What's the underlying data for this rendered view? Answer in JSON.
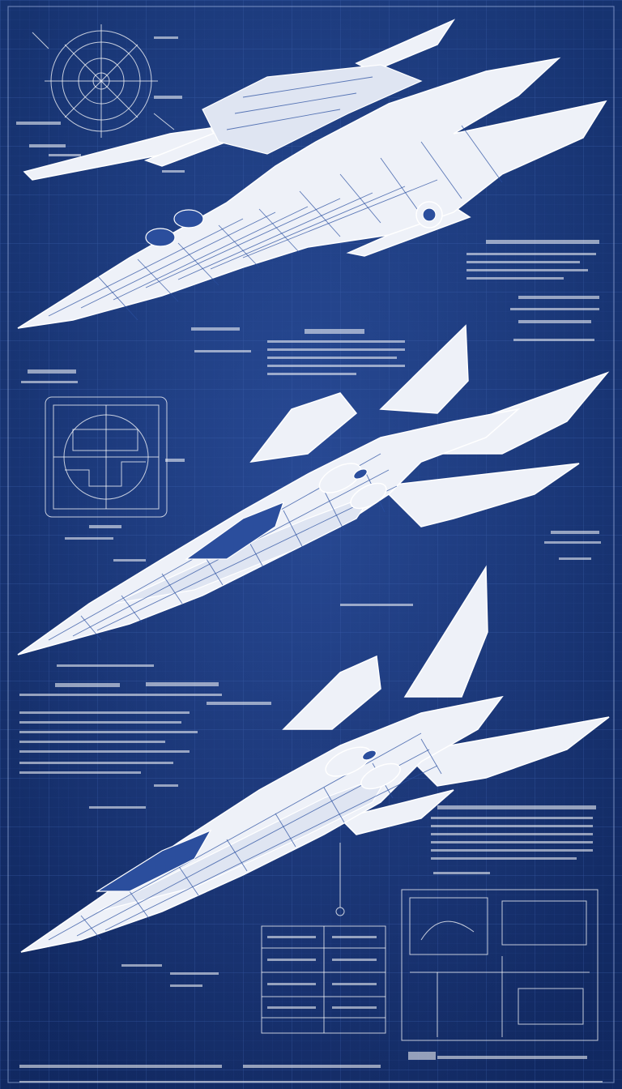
{
  "colors": {
    "paper": "#1c3f8f",
    "grid": "#3559a8",
    "ink": "#ffffff",
    "hull_fill": "#eef1f8"
  },
  "subjects": [
    {
      "name": "spacecraft-top-view"
    },
    {
      "name": "spacecraft-three-quarter-view"
    },
    {
      "name": "spacecraft-side-view"
    }
  ]
}
